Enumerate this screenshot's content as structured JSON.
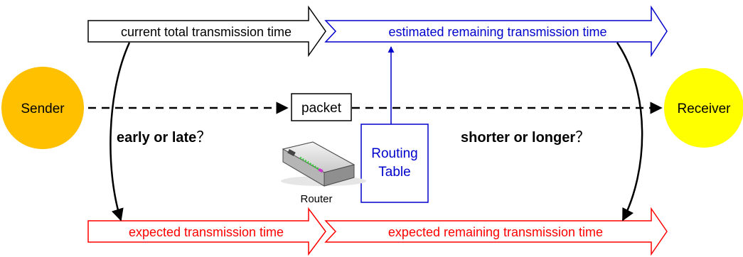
{
  "arrows": {
    "top_left": "current total transmission time",
    "top_right": "estimated remaining transmission time",
    "bottom_left": "expected transmission time",
    "bottom_right": "expected remaining transmission time"
  },
  "nodes": {
    "sender": "Sender",
    "receiver": "Receiver",
    "packet": "packet",
    "router_label": "Router",
    "routing_table_line1": "Routing",
    "routing_table_line2": "Table"
  },
  "questions": {
    "left_text": "early or late",
    "right_text": "shorter or longer",
    "mark": "？"
  },
  "colors": {
    "black": "#000000",
    "blue": "#0000cc",
    "red": "#ff0000",
    "sender_fill": "#ffc000",
    "receiver_fill": "#ffff00"
  }
}
